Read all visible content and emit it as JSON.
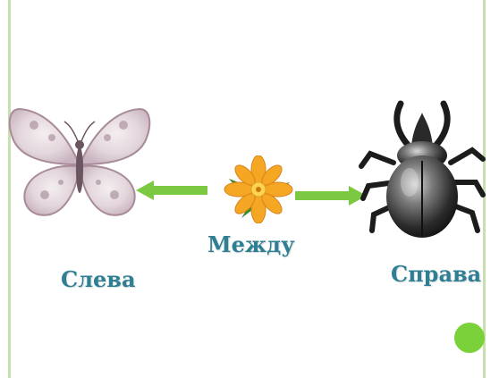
{
  "labels": {
    "left": "Слева",
    "center": "Между",
    "right": "Справа"
  },
  "icons": {
    "left_image": "butterfly-icon",
    "center_image": "flower-icon",
    "right_image": "beetle-icon",
    "left_arrow": "arrow-left-icon",
    "right_arrow": "arrow-right-icon",
    "bullet": "bullet-dot-icon"
  },
  "colors": {
    "label_text": "#2e7f94",
    "arrow": "#7bc943",
    "border": "#c8e0b0",
    "dot": "#7bd13a"
  }
}
